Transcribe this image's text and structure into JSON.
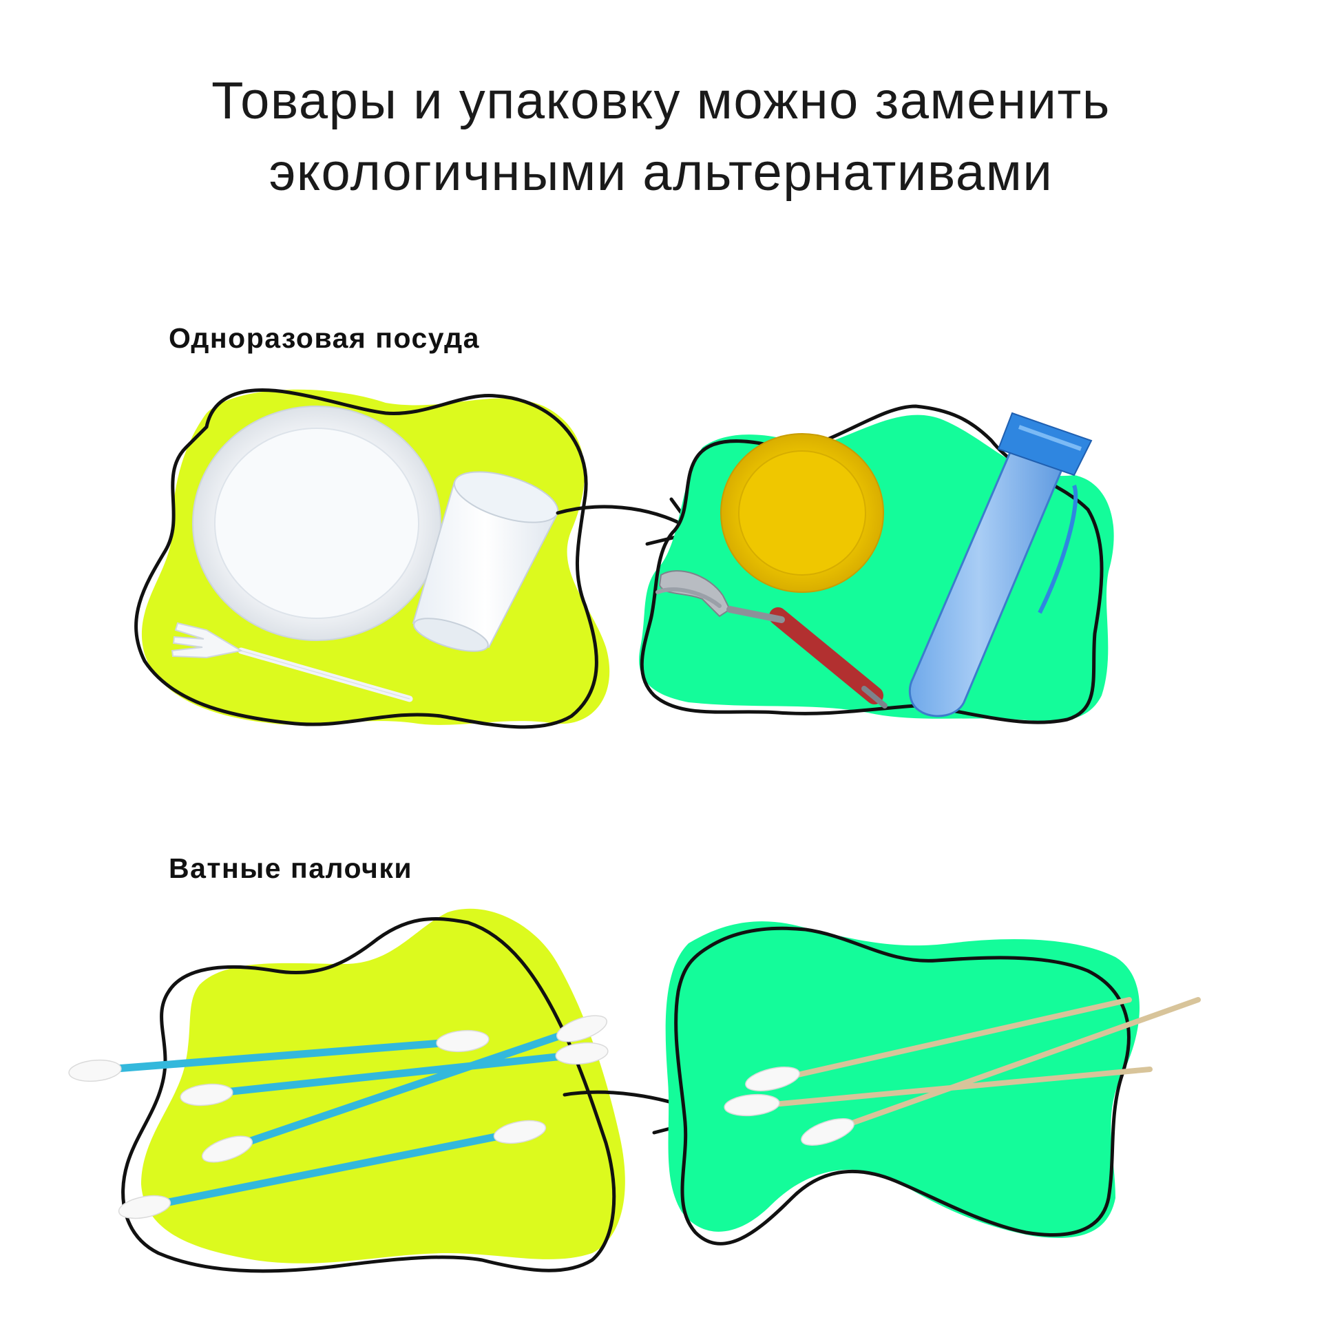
{
  "title": {
    "line1": "Товары и упаковку можно заменить",
    "line2": "экологичными альтернативами"
  },
  "sections": [
    {
      "label": "Одноразовая посуда",
      "before_items": [
        "plastic-plate-icon",
        "plastic-cup-icon",
        "plastic-fork-icon"
      ],
      "after_items": [
        "yellow-reusable-plate-icon",
        "folding-cutlery-icon",
        "water-bottle-icon"
      ]
    },
    {
      "label": "Ватные палочки",
      "before_items": [
        "plastic-cotton-swab-icon"
      ],
      "after_items": [
        "bamboo-cotton-swab-icon"
      ]
    }
  ],
  "colors": {
    "before_blob": "#dcfa1e",
    "after_blob": "#14fc9a",
    "outline": "#111111",
    "swab_plastic": "#33b8dc",
    "swab_bamboo": "#d8c49a"
  }
}
